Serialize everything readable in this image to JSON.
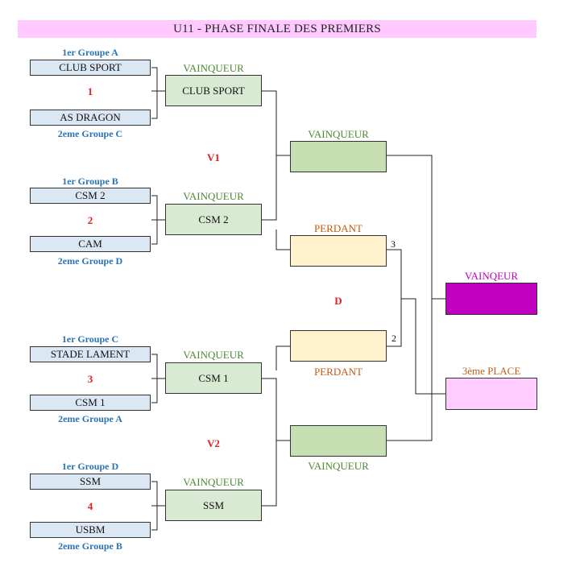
{
  "title": "U11  -  PHASE FINALE DES PREMIERS",
  "matches": [
    {
      "top_label": "1er Groupe A",
      "top_team": "CLUB SPORT",
      "number": "1",
      "bottom_team": "AS DRAGON",
      "bottom_label": "2eme Groupe C",
      "winner_caption": "VAINQUEUR",
      "winner": "CLUB SPORT"
    },
    {
      "top_label": "1er Groupe B",
      "top_team": "CSM 2",
      "number": "2",
      "bottom_team": "CAM",
      "bottom_label": "2eme Groupe D",
      "winner_caption": "VAINQUEUR",
      "winner": "CSM 2"
    },
    {
      "top_label": "1er Groupe C",
      "top_team": "STADE LAMENT",
      "number": "3",
      "bottom_team": "CSM 1",
      "bottom_label": "2eme Groupe A",
      "winner_caption": "VAINQUEUR",
      "winner": "CSM 1"
    },
    {
      "top_label": "1er Groupe D",
      "top_team": "SSM",
      "number": "4",
      "bottom_team": "USBM",
      "bottom_label": "2eme Groupe B",
      "winner_caption": "VAINQUEUR",
      "winner": "SSM"
    }
  ],
  "semis": {
    "v1_label": "V1",
    "v2_label": "V2",
    "d_label": "D",
    "v1_winner_caption": "VAINQUEUR",
    "v1_loser_caption": "PERDANT",
    "v2_loser_caption": "PERDANT",
    "v2_winner_caption": "VAINQUEUR",
    "loser_seed_top": "3",
    "loser_seed_bottom": "2"
  },
  "finals": {
    "champion_caption": "VAINQEUR",
    "third_caption": "3ème PLACE"
  },
  "colors": {
    "title_bg": "#ffc9ff",
    "team_bg": "#dbe7f3",
    "winner_bg": "#d9ead3",
    "semi_winner_bg": "#c6e0b4",
    "semi_loser_bg": "#fff2cc",
    "champion_bg": "#c000c0",
    "third_bg": "#ffccff",
    "group_label": "#2a74b6",
    "match_number": "#e02020",
    "winner_text": "#4e8a34",
    "loser_text": "#c55a11"
  }
}
